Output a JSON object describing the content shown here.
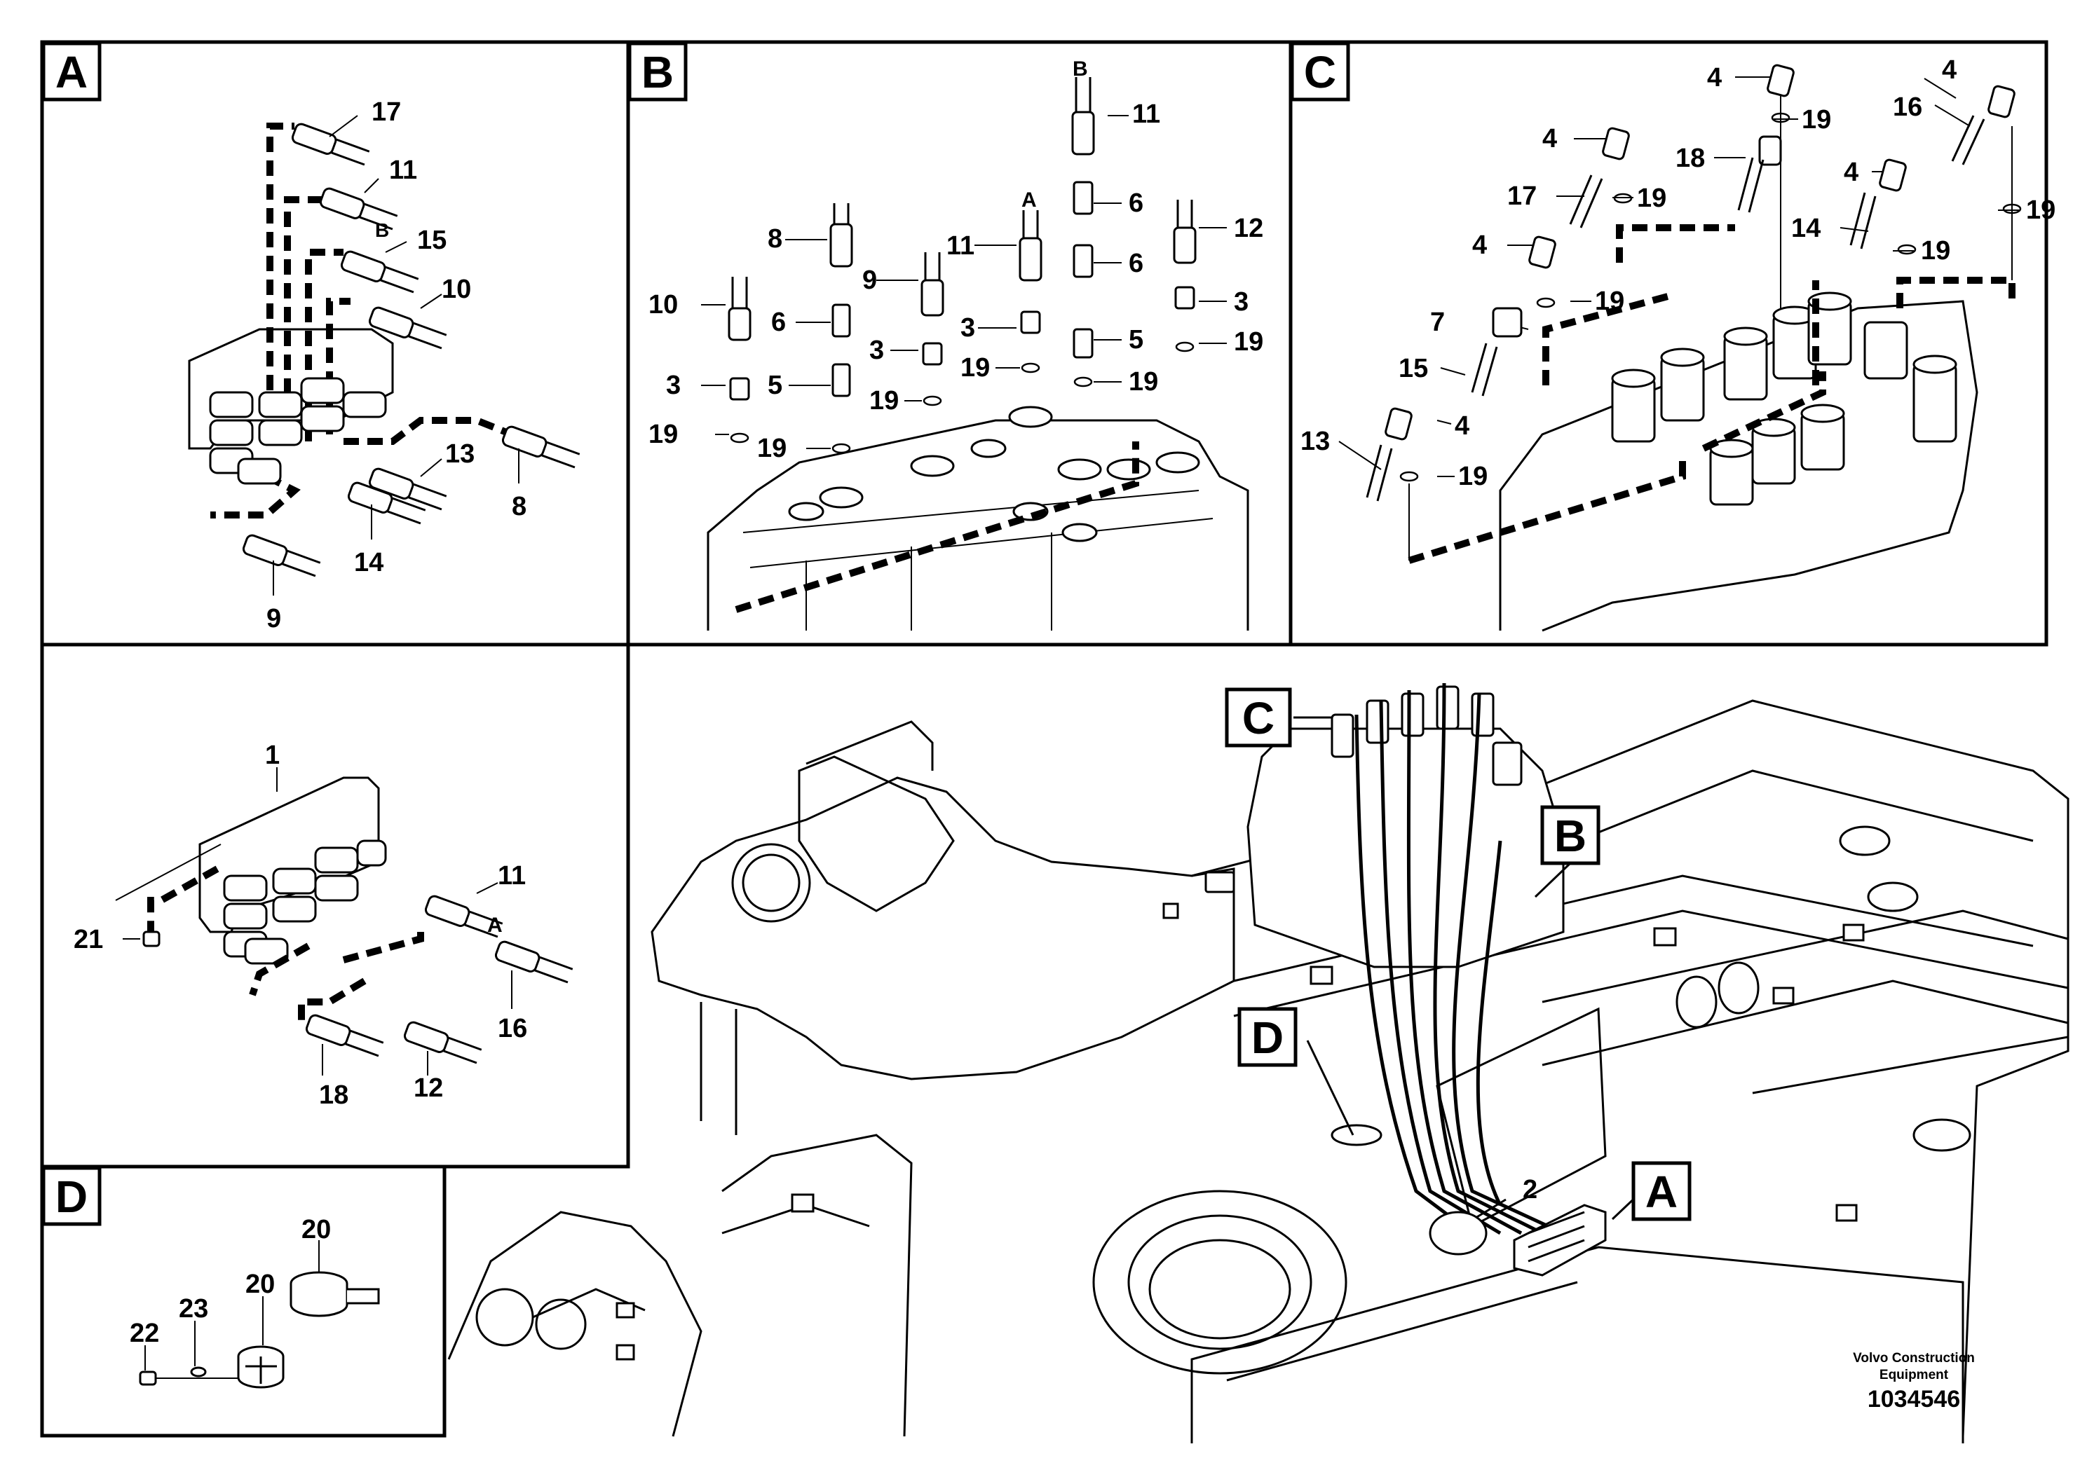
{
  "panels": {
    "A": {
      "letter": "A",
      "callouts": {
        "c17": "17",
        "c11": "11",
        "cB": "B",
        "c15": "15",
        "c10": "10",
        "c13": "13",
        "c8": "8",
        "c14": "14",
        "c9": "9"
      }
    },
    "B": {
      "letter": "B",
      "callouts": {
        "cB": "B",
        "c11a": "11",
        "c6a": "6",
        "cA": "A",
        "c11b": "11",
        "c6b": "6",
        "c12": "12",
        "c8": "8",
        "c9": "9",
        "c3a": "3",
        "c5a": "5",
        "c10": "10",
        "c6c": "6",
        "c3b": "3",
        "c19a": "19",
        "c19b": "19",
        "c3c": "3",
        "c19c": "19",
        "c5b": "5",
        "c3d": "3",
        "c19d": "19",
        "c19e": "19",
        "c19f": "19"
      }
    },
    "C": {
      "letter": "C",
      "callouts": {
        "c4a": "4",
        "c19a": "19",
        "c4b": "4",
        "c16": "16",
        "c4c": "4",
        "c18": "18",
        "c17": "17",
        "c19b": "19",
        "c4d": "4",
        "c19c": "19",
        "c14": "14",
        "c19d": "19",
        "c4e": "4",
        "c19e": "19",
        "c7": "7",
        "c15": "15",
        "c13": "13",
        "c4f": "4",
        "c19f": "19"
      }
    },
    "E": {
      "callouts": {
        "c1": "1",
        "c11": "11",
        "cA": "A",
        "c21": "21",
        "c16": "16",
        "c18": "18",
        "c12": "12"
      }
    },
    "D": {
      "letter": "D",
      "callouts": {
        "c20a": "20",
        "c23": "23",
        "c20b": "20",
        "c22": "22"
      }
    },
    "main": {
      "labels": {
        "C": "C",
        "B": "B",
        "D": "D",
        "A": "A"
      },
      "callouts": {
        "c2": "2"
      }
    }
  },
  "footer": {
    "brand_line1": "Volvo Construction",
    "brand_line2": "Equipment",
    "doc_number": "1034546"
  }
}
